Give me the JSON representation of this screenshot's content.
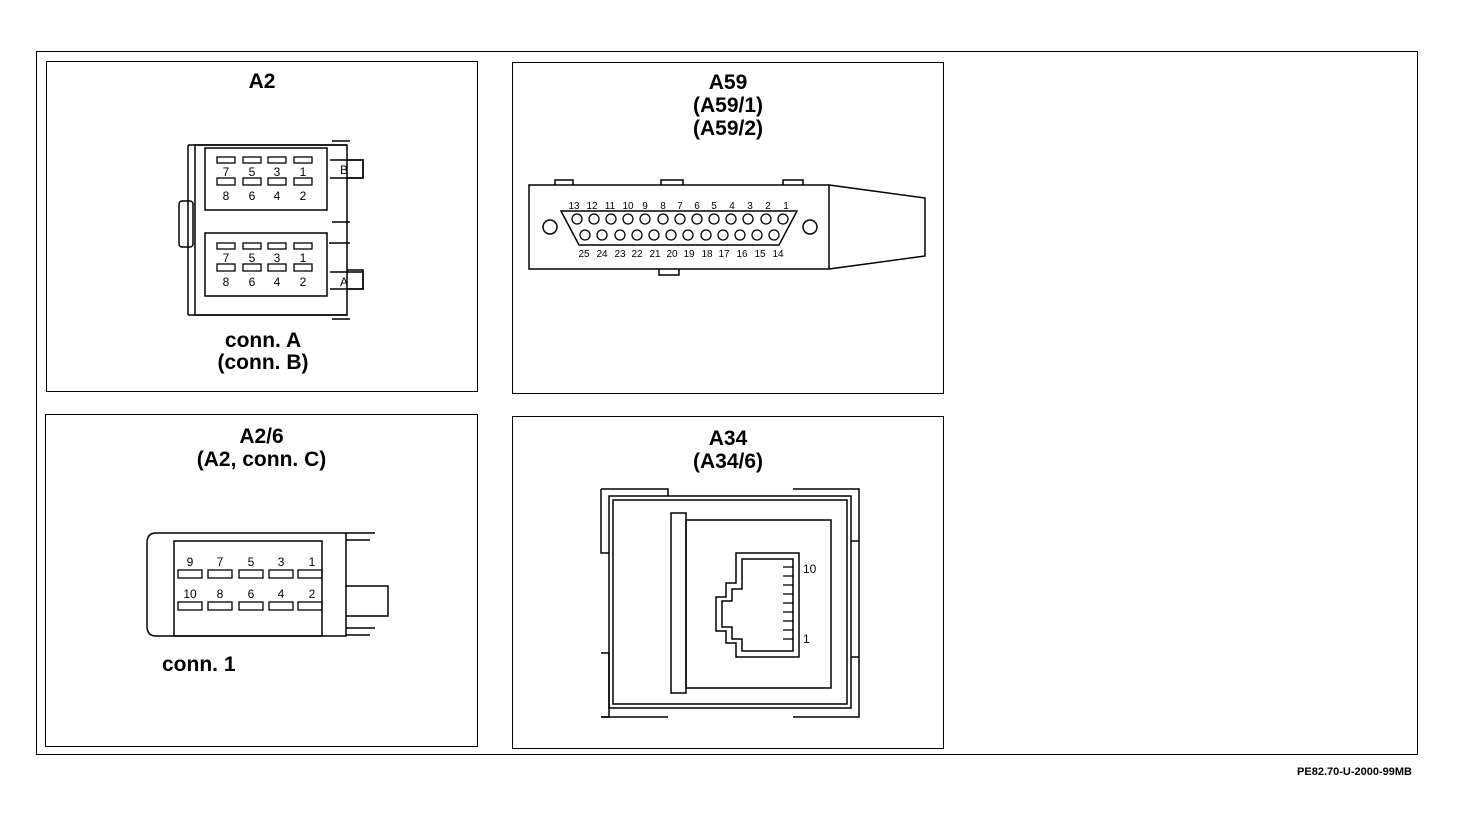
{
  "panels": {
    "a2": {
      "title": "A2",
      "upper": {
        "top_pins": [
          "7",
          "5",
          "3",
          "1"
        ],
        "bottom_pins": [
          "8",
          "6",
          "4",
          "2"
        ],
        "tag": "B"
      },
      "lower": {
        "top_pins": [
          "7",
          "5",
          "3",
          "1"
        ],
        "bottom_pins": [
          "8",
          "6",
          "4",
          "2"
        ],
        "tag": "A"
      },
      "caption_line1": "conn. A",
      "caption_line2": "(conn. B)"
    },
    "a59": {
      "title_line1": "A59",
      "title_line2": "(A59/1)",
      "title_line3": "(A59/2)",
      "top_pins": [
        "13",
        "12",
        "11",
        "10",
        "9",
        "8",
        "7",
        "6",
        "5",
        "4",
        "3",
        "2",
        "1"
      ],
      "bottom_pins": [
        "25",
        "24",
        "23",
        "22",
        "21",
        "20",
        "19",
        "18",
        "17",
        "16",
        "15",
        "14"
      ]
    },
    "a2_6": {
      "title_line1": "A2/6",
      "title_line2": "(A2, conn. C)",
      "top_pins": [
        "9",
        "7",
        "5",
        "3",
        "1"
      ],
      "bottom_pins": [
        "10",
        "8",
        "6",
        "4",
        "2"
      ],
      "caption": "conn. 1"
    },
    "a34": {
      "title_line1": "A34",
      "title_line2": "(A34/6)",
      "pin_high": "10",
      "pin_low": "1"
    }
  },
  "reference_code": "PE82.70-U-2000-99MB"
}
